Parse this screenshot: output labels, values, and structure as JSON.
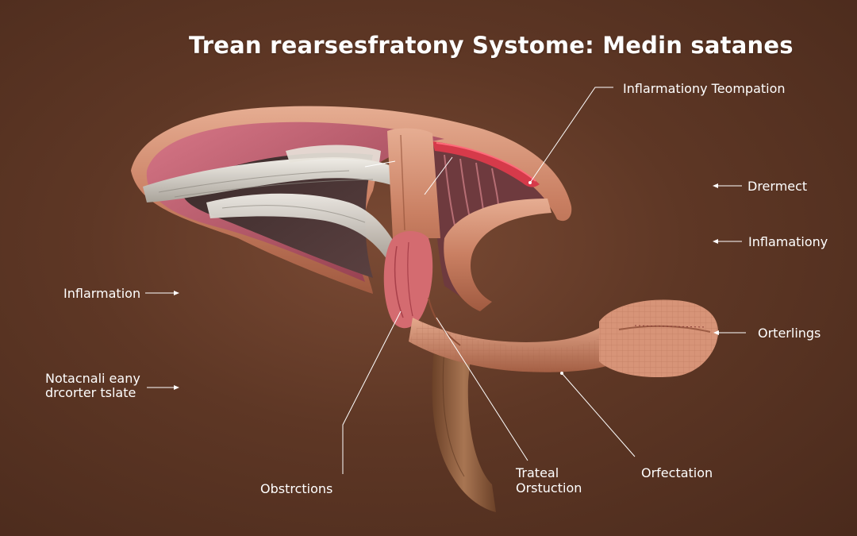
{
  "title": "Trean rearsesfratony Systome: Medin satanes",
  "labels": {
    "inflammatory_temptation": "Inflarmationy Teompation",
    "drermect": "Drermect",
    "inflamationy": "Inflamationy",
    "inflarmation": "Inflarmation",
    "notacnali_line1": "Notacnali eany",
    "notacnali_line2": "drcorter tslate",
    "ortertings": "Orterlings",
    "obstrctions": "Obstrctions",
    "trateal_line1": "Trateal",
    "trateal_line2": "Orstuction",
    "orfectation": "Orfectation"
  },
  "colors": {
    "background": "#5e3725",
    "tissue": "#c97f62",
    "tissue_light": "#e2a58a",
    "inner_pink": "#b9566b",
    "nerve": "#d8d4cc",
    "stalk": "#8a5a3a",
    "label_text": "#ffffff"
  }
}
